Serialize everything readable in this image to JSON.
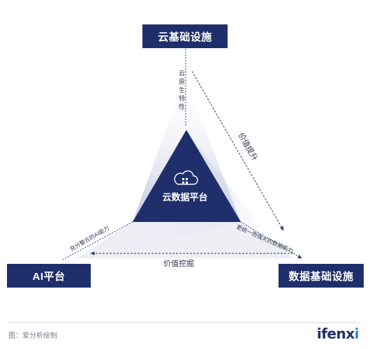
{
  "nodes": {
    "top": "云基础设施",
    "left": "AI平台",
    "right": "数据基础设施",
    "center": "云数据平台"
  },
  "edges": {
    "top_vertical": "云原生特性",
    "right_outer": "价值提升",
    "bottom_outer": "价值挖掘",
    "left_inner": "充分整合的AI能力",
    "right_inner": "更统一而强大的数据能力"
  },
  "footer": {
    "source": "图：爱分析绘制",
    "logo_main": "ifenx",
    "logo_accent": "i"
  },
  "colors": {
    "navy": "#1f2f6b",
    "arrow": "#2a3b78",
    "glow": "#c9cde0",
    "logo_accent": "#2b8ad9"
  },
  "icons": [
    "cloud-data-icon"
  ]
}
